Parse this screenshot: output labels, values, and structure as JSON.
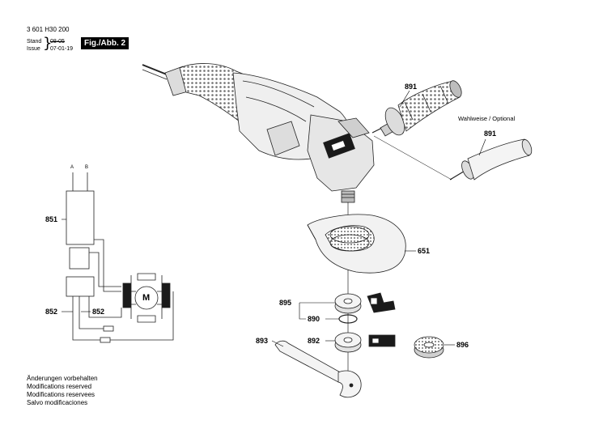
{
  "header": {
    "doc_number": "3 601 H30 200",
    "stand_label": "Stand",
    "issue_label": "Issue",
    "stand_date": "08-05",
    "issue_date": "07-01-19",
    "figure_label": "Fig./Abb. 2"
  },
  "optional_label": "Wahlweise / Optional",
  "part_numbers": {
    "p891a": "891",
    "p891b": "891",
    "p851": "851",
    "p852a": "852",
    "p852b": "852",
    "p651": "651",
    "p895": "895",
    "p890": "890",
    "p892": "892",
    "p896": "896",
    "p893": "893"
  },
  "wiring": {
    "terminal_a": "A",
    "terminal_b": "B",
    "motor_symbol": "M"
  },
  "notes": [
    "Änderungen vorbehalten",
    "Modifications reserved",
    "Modifications reservees",
    "Salvo modificaciones"
  ]
}
